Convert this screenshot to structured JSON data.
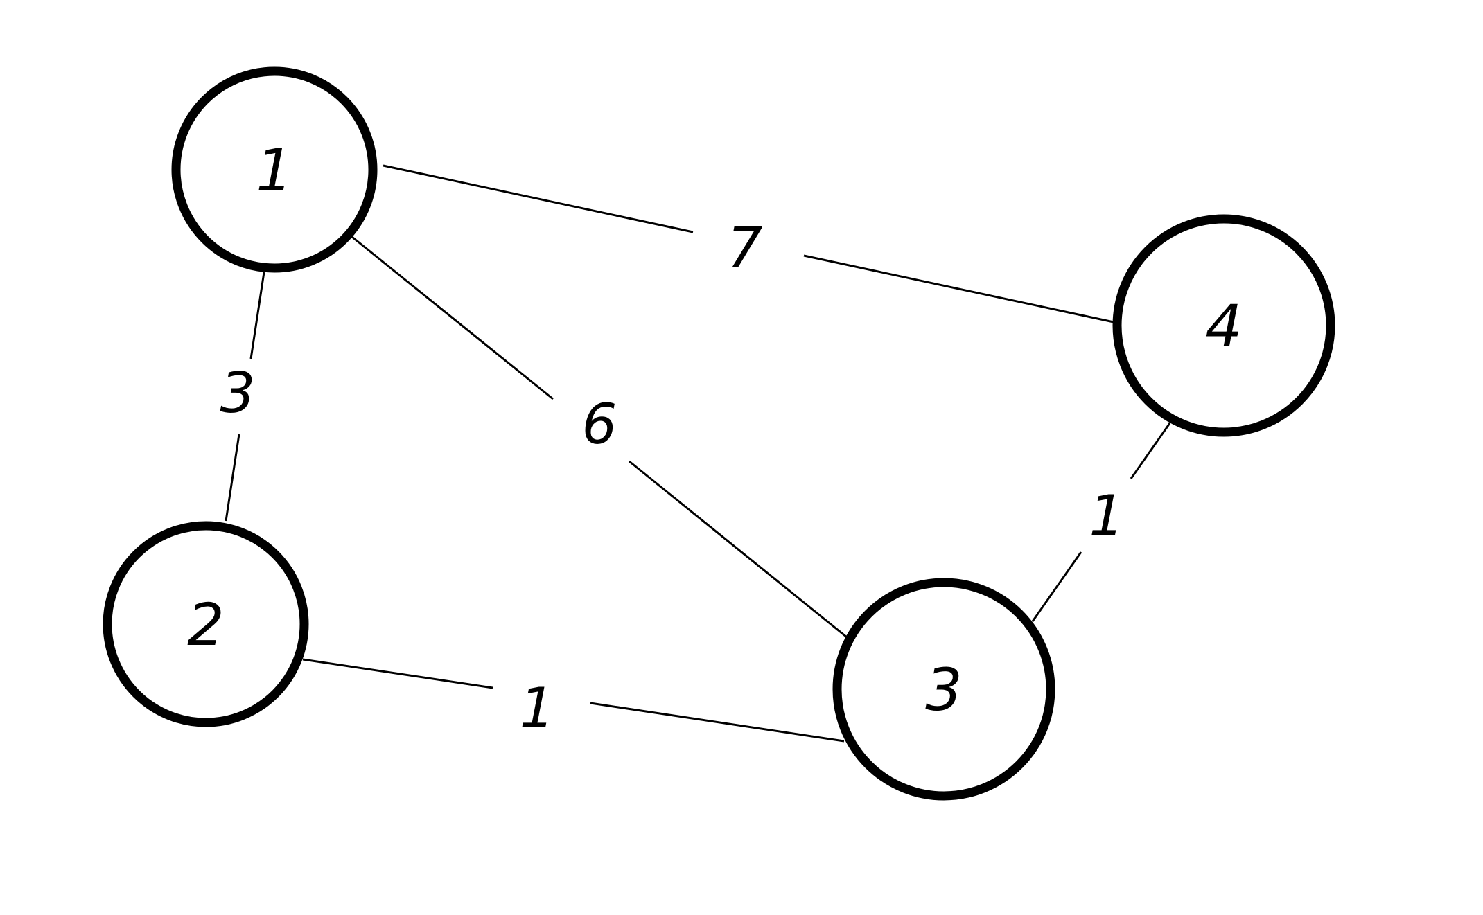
{
  "graph": {
    "nodes": [
      {
        "id": "1",
        "label": "1"
      },
      {
        "id": "2",
        "label": "2"
      },
      {
        "id": "3",
        "label": "3"
      },
      {
        "id": "4",
        "label": "4"
      }
    ],
    "edges": [
      {
        "from": "1",
        "to": "4",
        "weight": "7"
      },
      {
        "from": "1",
        "to": "2",
        "weight": "3"
      },
      {
        "from": "1",
        "to": "3",
        "weight": "6"
      },
      {
        "from": "2",
        "to": "3",
        "weight": "1"
      },
      {
        "from": "3",
        "to": "4",
        "weight": "1"
      }
    ]
  },
  "colors": {
    "stroke": "#000000",
    "background": "#ffffff"
  }
}
